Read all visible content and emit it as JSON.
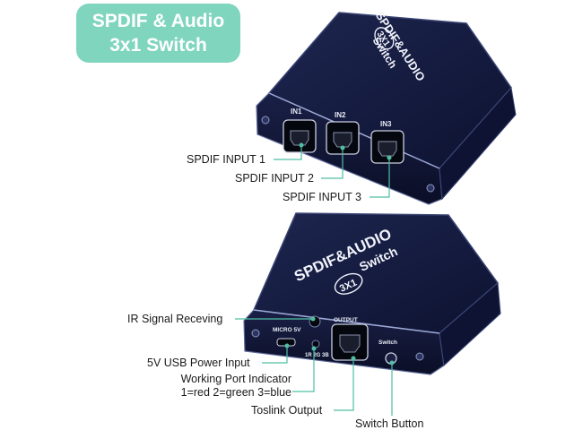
{
  "badge": {
    "line1": "SPDIF & Audio",
    "line2": "3x1 Switch"
  },
  "device_top": {
    "brand_text": "SPDIF&AUDIO",
    "model_text": "3X1",
    "switch_text": "Switch",
    "ports": [
      "IN1",
      "IN2",
      "IN3"
    ]
  },
  "device_bottom": {
    "brand_text": "SPDIF&AUDIO",
    "model_text": "3X1",
    "switch_text": "Switch",
    "micro_label": "MICRO 5V",
    "output_label": "OUTPUT",
    "switch_label": "Switch",
    "indicator_label": "1R 2G 3B"
  },
  "callouts": {
    "spdif_input_1": "SPDIF INPUT 1",
    "spdif_input_2": "SPDIF INPUT 2",
    "spdif_input_3": "SPDIF INPUT 3",
    "ir_signal": "IR Signal Receving",
    "usb_power": "5V USB Power Input",
    "indicator_line1": "Working Port Indicator",
    "indicator_line2": "1=red 2=green 3=blue",
    "toslink": "Toslink Output",
    "switch_button": "Switch Button"
  },
  "colors": {
    "badge_bg": "#7fd5bd",
    "device_body": "#141a38",
    "device_edge": "#3a4574",
    "callout_line": "#4fbfa4"
  }
}
